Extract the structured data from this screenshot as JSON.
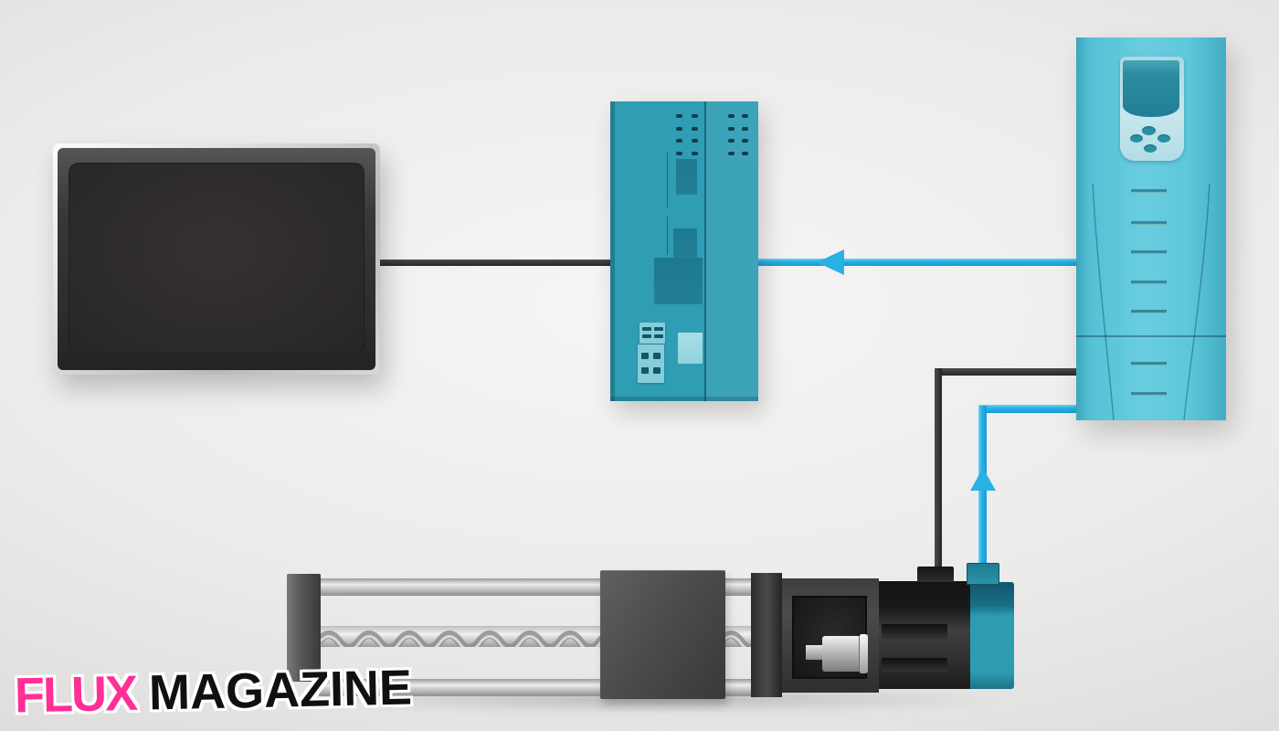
{
  "branding": {
    "flux_label": "FLUX",
    "magazine_label": "MAGAZINE"
  },
  "colors": {
    "bg_center": "#f6f5f4",
    "bg_edge": "#d5d4d3",
    "signal_cyan": "#29b1e4",
    "cable_dark": "#3b3b3b",
    "plc_teal": "#2f9db4",
    "plc_teal_dark": "#1d7a90",
    "plc_teal_light": "#86ccd9",
    "vfd_cyan": "#5fc7db",
    "vfd_display": "#217f95",
    "encoder_teal": "#2d9cb2",
    "flux_pink": "#ff2f96",
    "magazine_black": "#101010"
  },
  "components": [
    {
      "id": "hmi-touch-panel",
      "kind": "touchscreen-display-icon"
    },
    {
      "id": "plc-controller",
      "kind": "controller-module-icon"
    },
    {
      "id": "vfd-drive",
      "kind": "variable-frequency-drive-icon"
    },
    {
      "id": "linear-actuator",
      "kind": "ball-screw-actuator-icon"
    },
    {
      "id": "servo-motor",
      "kind": "motor-with-encoder-icon"
    }
  ],
  "connections": [
    {
      "from": "hmi-touch-panel",
      "to": "plc-controller",
      "style": "dark-cable",
      "arrow": "none"
    },
    {
      "from": "vfd-drive",
      "to": "plc-controller",
      "style": "cyan-signal",
      "arrow": "toward-plc"
    },
    {
      "from": "vfd-drive",
      "to": "servo-motor",
      "style": "dark-cable",
      "arrow": "none"
    },
    {
      "from": "servo-motor",
      "to": "vfd-drive",
      "style": "cyan-signal",
      "arrow": "toward-vfd"
    }
  ]
}
